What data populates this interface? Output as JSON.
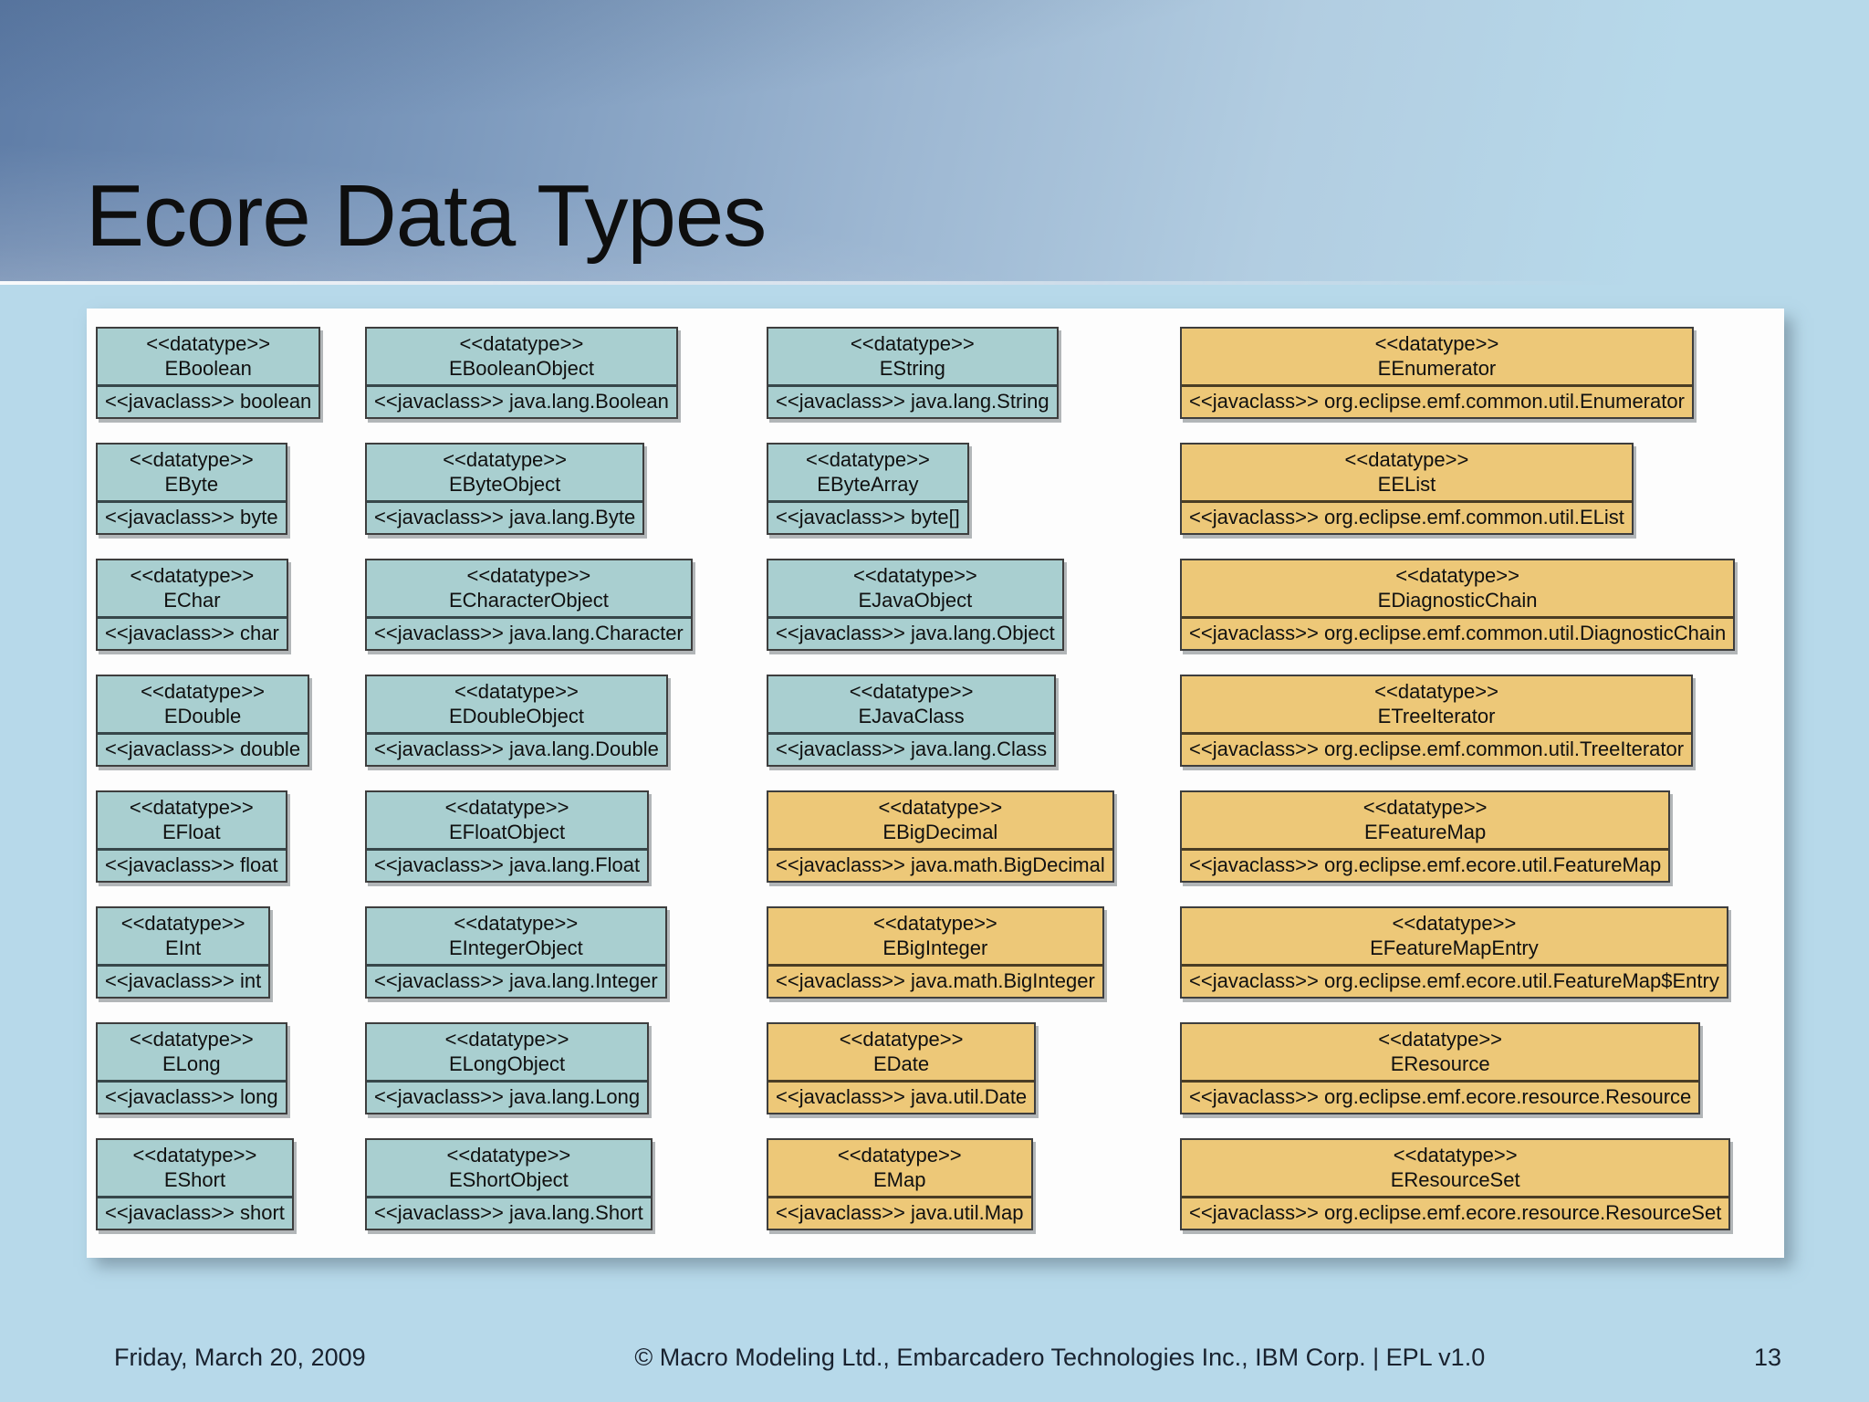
{
  "slide": {
    "title": "Ecore Data Types",
    "footer": {
      "date": "Friday, March 20, 2009",
      "copyright": "© Macro Modeling Ltd., Embarcadero Technologies Inc., IBM Corp. | EPL v1.0",
      "page_number": "13"
    }
  },
  "labels": {
    "datatype_stereotype": "<<datatype>>",
    "javaclass_stereotype": "<<javaclass>>"
  },
  "colors": {
    "primitive_box_fill_teal": "#a9cfd0",
    "emf_box_fill_orange": "#edc878",
    "box_border": "#3e3e3e",
    "panel_background": "#fdfdfd",
    "slide_background": "#b7d9ea",
    "banner_dark_blue": "#5e7ca6",
    "title_text": "#0e0e0e",
    "footer_text": "#19222f"
  },
  "datatypes": {
    "rows": [
      [
        {
          "name": "EBoolean",
          "javaclass": "<<javaclass>> boolean",
          "theme": "teal"
        },
        {
          "name": "EBooleanObject",
          "javaclass": "<<javaclass>> java.lang.Boolean",
          "theme": "teal"
        },
        {
          "name": "EString",
          "javaclass": "<<javaclass>> java.lang.String",
          "theme": "teal"
        },
        {
          "name": "EEnumerator",
          "javaclass": "<<javaclass>> org.eclipse.emf.common.util.Enumerator",
          "theme": "orange"
        }
      ],
      [
        {
          "name": "EByte",
          "javaclass": "<<javaclass>> byte",
          "theme": "teal"
        },
        {
          "name": "EByteObject",
          "javaclass": "<<javaclass>> java.lang.Byte",
          "theme": "teal"
        },
        {
          "name": "EByteArray",
          "javaclass": "<<javaclass>> byte[]",
          "theme": "teal"
        },
        {
          "name": "EEList",
          "javaclass": "<<javaclass>> org.eclipse.emf.common.util.EList",
          "theme": "orange"
        }
      ],
      [
        {
          "name": "EChar",
          "javaclass": "<<javaclass>> char",
          "theme": "teal"
        },
        {
          "name": "ECharacterObject",
          "javaclass": "<<javaclass>> java.lang.Character",
          "theme": "teal"
        },
        {
          "name": "EJavaObject",
          "javaclass": "<<javaclass>> java.lang.Object",
          "theme": "teal"
        },
        {
          "name": "EDiagnosticChain",
          "javaclass": "<<javaclass>> org.eclipse.emf.common.util.DiagnosticChain",
          "theme": "orange"
        }
      ],
      [
        {
          "name": "EDouble",
          "javaclass": "<<javaclass>> double",
          "theme": "teal"
        },
        {
          "name": "EDoubleObject",
          "javaclass": "<<javaclass>> java.lang.Double",
          "theme": "teal"
        },
        {
          "name": "EJavaClass",
          "javaclass": "<<javaclass>> java.lang.Class",
          "theme": "teal"
        },
        {
          "name": "ETreeIterator",
          "javaclass": "<<javaclass>> org.eclipse.emf.common.util.TreeIterator",
          "theme": "orange"
        }
      ],
      [
        {
          "name": "EFloat",
          "javaclass": "<<javaclass>> float",
          "theme": "teal"
        },
        {
          "name": "EFloatObject",
          "javaclass": "<<javaclass>> java.lang.Float",
          "theme": "teal"
        },
        {
          "name": "EBigDecimal",
          "javaclass": "<<javaclass>> java.math.BigDecimal",
          "theme": "orange"
        },
        {
          "name": "EFeatureMap",
          "javaclass": "<<javaclass>> org.eclipse.emf.ecore.util.FeatureMap",
          "theme": "orange"
        }
      ],
      [
        {
          "name": "EInt",
          "javaclass": "<<javaclass>> int",
          "theme": "teal"
        },
        {
          "name": "EIntegerObject",
          "javaclass": "<<javaclass>> java.lang.Integer",
          "theme": "teal"
        },
        {
          "name": "EBigInteger",
          "javaclass": "<<javaclass>> java.math.BigInteger",
          "theme": "orange"
        },
        {
          "name": "EFeatureMapEntry",
          "javaclass": "<<javaclass>> org.eclipse.emf.ecore.util.FeatureMap$Entry",
          "theme": "orange"
        }
      ],
      [
        {
          "name": "ELong",
          "javaclass": "<<javaclass>> long",
          "theme": "teal"
        },
        {
          "name": "ELongObject",
          "javaclass": "<<javaclass>> java.lang.Long",
          "theme": "teal"
        },
        {
          "name": "EDate",
          "javaclass": "<<javaclass>> java.util.Date",
          "theme": "orange"
        },
        {
          "name": "EResource",
          "javaclass": "<<javaclass>> org.eclipse.emf.ecore.resource.Resource",
          "theme": "orange"
        }
      ],
      [
        {
          "name": "EShort",
          "javaclass": "<<javaclass>> short",
          "theme": "teal"
        },
        {
          "name": "EShortObject",
          "javaclass": "<<javaclass>> java.lang.Short",
          "theme": "teal"
        },
        {
          "name": "EMap",
          "javaclass": "<<javaclass>> java.util.Map",
          "theme": "orange"
        },
        {
          "name": "EResourceSet",
          "javaclass": "<<javaclass>> org.eclipse.emf.ecore.resource.ResourceSet",
          "theme": "orange"
        }
      ]
    ]
  }
}
